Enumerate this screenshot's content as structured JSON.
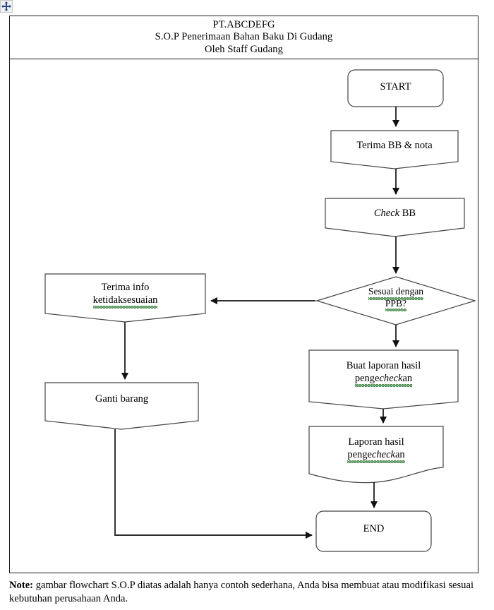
{
  "window": {
    "move_handle_icon": "move-cross-arrows-icon"
  },
  "header": {
    "line1": "PT.ABCDEFG",
    "line2": "S.O.P Penerimaan Bahan Baku Di Gudang",
    "line3": "Oleh Staff Gudang"
  },
  "flowchart": {
    "type": "flowchart",
    "orientation": "top-down with left branch",
    "nodes": [
      {
        "id": "start",
        "shape": "rounded-rectangle",
        "label": "START"
      },
      {
        "id": "terima-bb",
        "shape": "notched-rectangle",
        "label": "Terima BB & nota"
      },
      {
        "id": "check-bb",
        "shape": "notched-rectangle",
        "label_italic": "Check",
        "label_rest": " BB"
      },
      {
        "id": "decision-ppb",
        "shape": "diamond",
        "label_line1": "Sesuai dengan",
        "label_line2": "PPB?"
      },
      {
        "id": "terima-info",
        "shape": "notched-rectangle",
        "label_line1": "Terima info",
        "label_line2": "ketidaksesuaian"
      },
      {
        "id": "ganti-barang",
        "shape": "notched-rectangle",
        "label": "Ganti barang"
      },
      {
        "id": "buat-laporan",
        "shape": "notched-rectangle",
        "label_line1": "Buat laporan hasil",
        "label_pre": "penge",
        "label_italic": "check",
        "label_post": "an"
      },
      {
        "id": "laporan-hasil",
        "shape": "document-wavy",
        "label_line1": "Laporan hasil",
        "label_pre": "penge",
        "label_italic": "check",
        "label_post": "an"
      },
      {
        "id": "end",
        "shape": "rounded-rectangle",
        "label": "END"
      }
    ],
    "edges": [
      {
        "from": "start",
        "to": "terima-bb",
        "direction": "down"
      },
      {
        "from": "terima-bb",
        "to": "check-bb",
        "direction": "down"
      },
      {
        "from": "check-bb",
        "to": "decision-ppb",
        "direction": "down"
      },
      {
        "from": "decision-ppb",
        "to": "terima-info",
        "direction": "left"
      },
      {
        "from": "decision-ppb",
        "to": "buat-laporan",
        "direction": "down"
      },
      {
        "from": "terima-info",
        "to": "ganti-barang",
        "direction": "down"
      },
      {
        "from": "buat-laporan",
        "to": "laporan-hasil",
        "direction": "down"
      },
      {
        "from": "laporan-hasil",
        "to": "end",
        "direction": "down"
      },
      {
        "from": "ganti-barang",
        "to": "end",
        "direction": "down-then-right"
      }
    ],
    "spellcheck_underlined_terms": [
      "ketidaksesuaian",
      "Sesuai dengan PPB?",
      "pengecheckan"
    ]
  },
  "note": {
    "lead": "Note:",
    "body": " gambar flowchart S.O.P diatas adalah hanya contoh sederhana, Anda bisa membuat atau modifikasi sesuai kebutuhan perusahaan Anda."
  },
  "colors": {
    "ink": "#1a1a1a",
    "paper": "#ffffff",
    "spellcheck": "#2f7a35",
    "handle_bg": "#f1f1f3"
  }
}
